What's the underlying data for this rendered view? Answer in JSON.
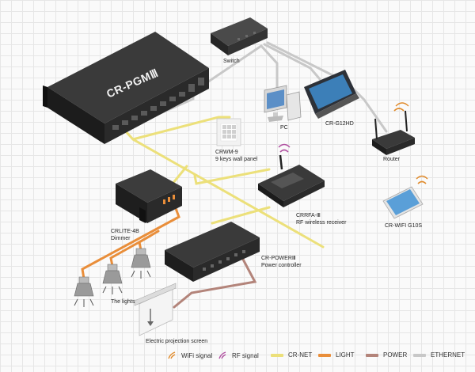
{
  "devices": {
    "main_controller": "CR-PGMⅢ",
    "switch": "Switch",
    "pc": "PC",
    "touch_panel": "CR-G12HD",
    "router": "Router",
    "wall_panel": [
      "CRWM-9",
      "9 keys wall panel"
    ],
    "dimmer": [
      "CRLITE-4B",
      "Dimmer"
    ],
    "rf_receiver": [
      "CRRFA-Ⅲ",
      "RF wireless receiver"
    ],
    "wifi_tablet": "CR-WIFI G10S",
    "power_controller": [
      "CR-POWERⅢ",
      "Power controller"
    ],
    "lights": "The lights",
    "projection_screen": "Electric projection screen"
  },
  "legend": [
    {
      "label": "WiFi signal",
      "kind": "wifi",
      "color": "#e08a2a"
    },
    {
      "label": "RF signal",
      "kind": "rf",
      "color": "#b04fa0"
    },
    {
      "label": "CR-NET",
      "kind": "line",
      "color": "#ece07a"
    },
    {
      "label": "LIGHT",
      "kind": "line",
      "color": "#e98e3a"
    },
    {
      "label": "POWER",
      "kind": "line",
      "color": "#b3847a"
    },
    {
      "label": "ETHERNET",
      "kind": "line",
      "color": "#c8c8c8"
    }
  ],
  "colors": {
    "crnet": "#ece07a",
    "light": "#e98e3a",
    "power": "#b3847a",
    "ethernet": "#c8c8c8",
    "device_dark": "#2b2b2b"
  }
}
